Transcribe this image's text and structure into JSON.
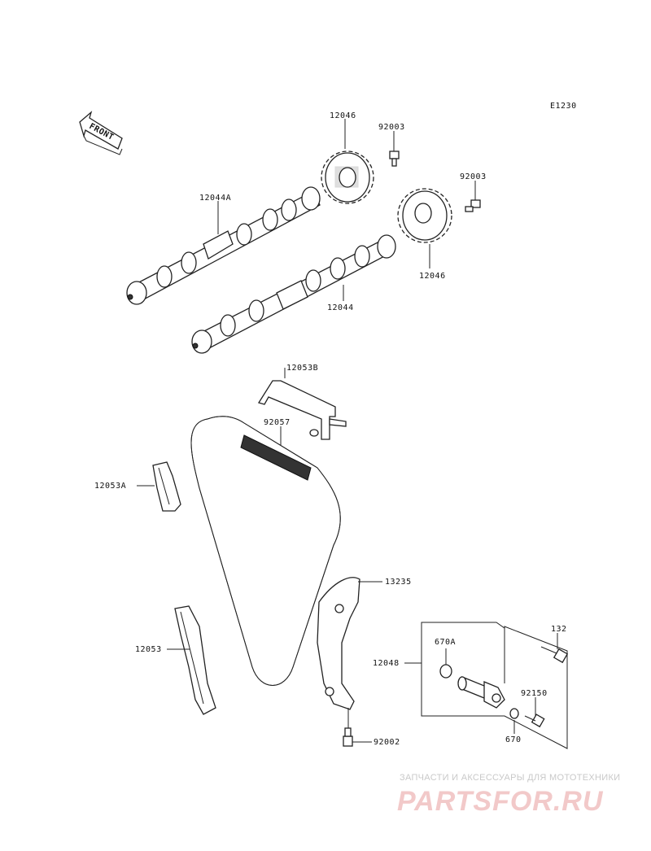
{
  "diagram_code": "E1230",
  "front_label": "FRONT",
  "parts": {
    "p12046_top": "12046",
    "p92003_top": "92003",
    "p12044A": "12044A",
    "p92003_right": "92003",
    "p12046_right": "12046",
    "p12044": "12044",
    "p12053B": "12053B",
    "p92057": "92057",
    "p12053A": "12053A",
    "p13235": "13235",
    "p132": "132",
    "p670A": "670A",
    "p12048": "12048",
    "p12053": "12053",
    "p92150": "92150",
    "p670": "670",
    "p92002": "92002"
  },
  "watermark": {
    "tagline": "ЗАПЧАСТИ И АКСЕССУАРЫ ДЛЯ МОТОТЕХНИКИ",
    "logo": "PARTSFOR.RU"
  }
}
